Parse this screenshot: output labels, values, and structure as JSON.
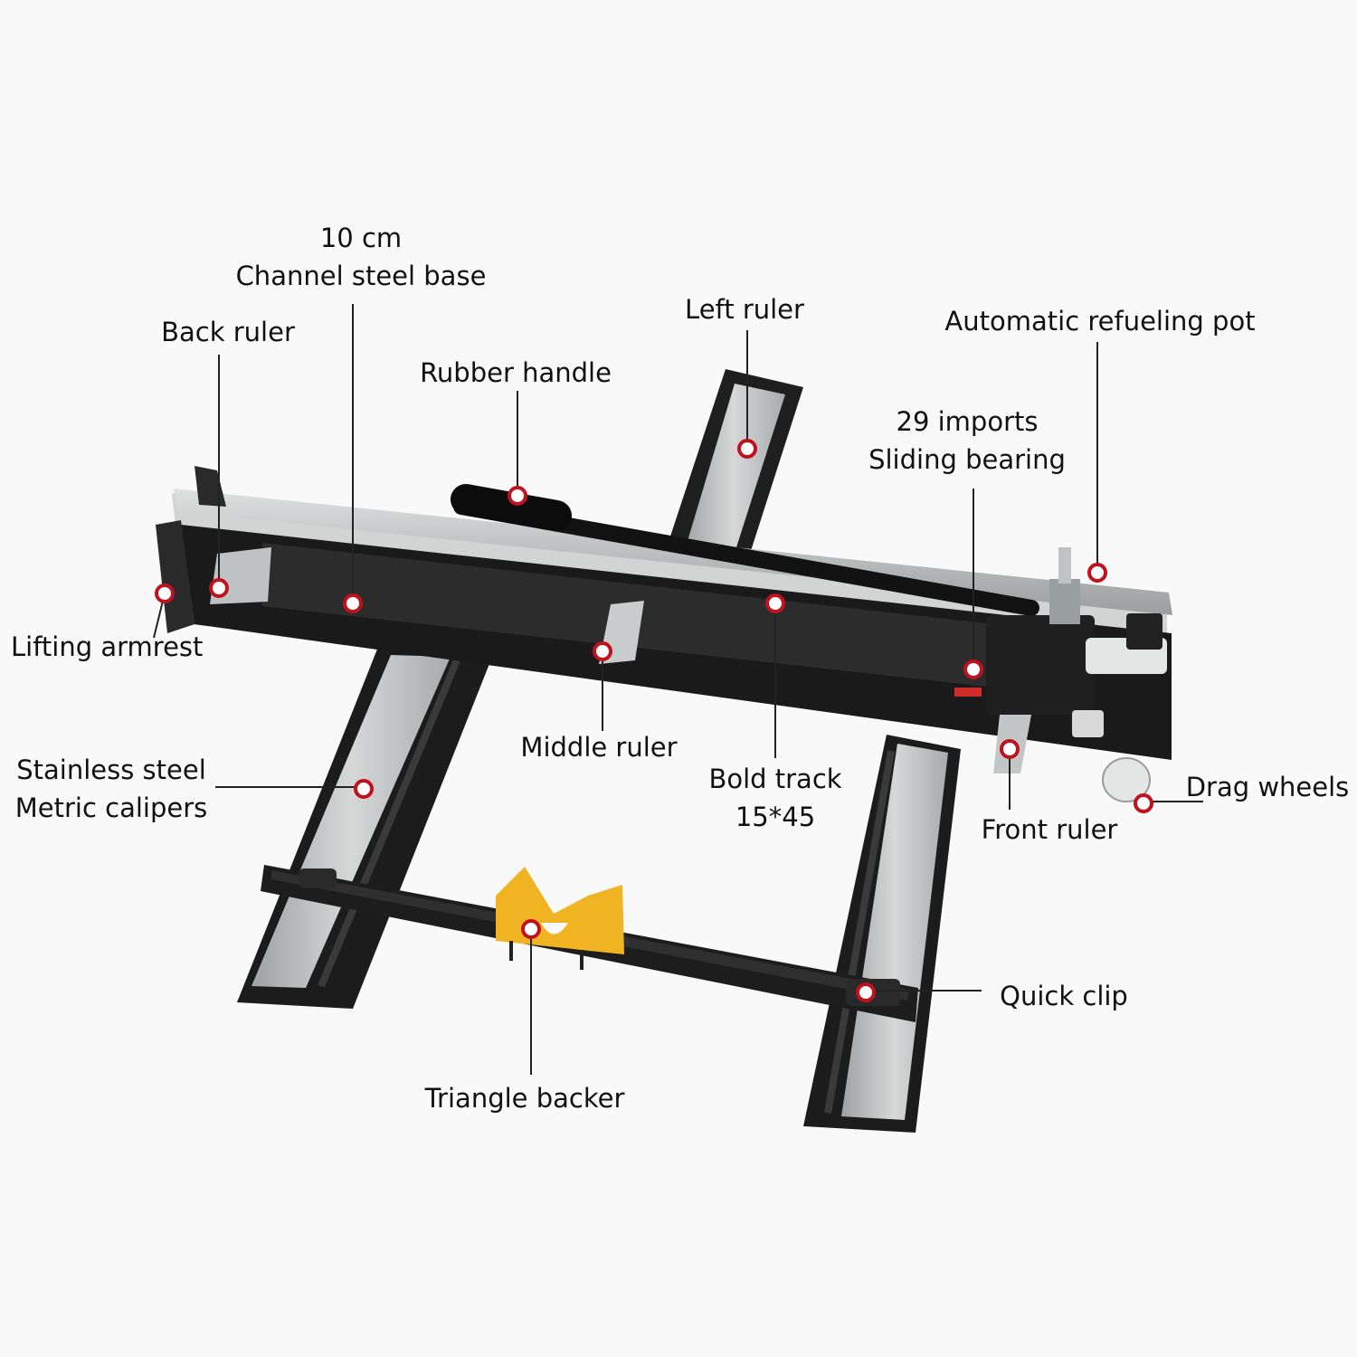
{
  "labels": {
    "channel_base": {
      "line1": "10 cm",
      "line2": "Channel steel base"
    },
    "back_ruler": "Back ruler",
    "left_ruler": "Left ruler",
    "auto_pot": "Automatic refueling pot",
    "rubber_handle": "Rubber handle",
    "sliding_bearing": {
      "line1": "29 imports",
      "line2": "Sliding bearing"
    },
    "lifting_armrest": "Lifting armrest",
    "middle_ruler": "Middle ruler",
    "bold_track": {
      "line1": "Bold track",
      "line2": "15*45"
    },
    "stainless": {
      "line1": "Stainless steel",
      "line2": "Metric calipers"
    },
    "front_ruler": "Front ruler",
    "drag_wheels": "Drag wheels",
    "quick_clip": "Quick clip",
    "triangle_backer": "Triangle backer"
  },
  "colors": {
    "marker": "#c0121e",
    "frame": "#1c1c1c",
    "steel": "#b9bcbd",
    "backer": "#f0b423",
    "background": "#f9f9f9"
  }
}
